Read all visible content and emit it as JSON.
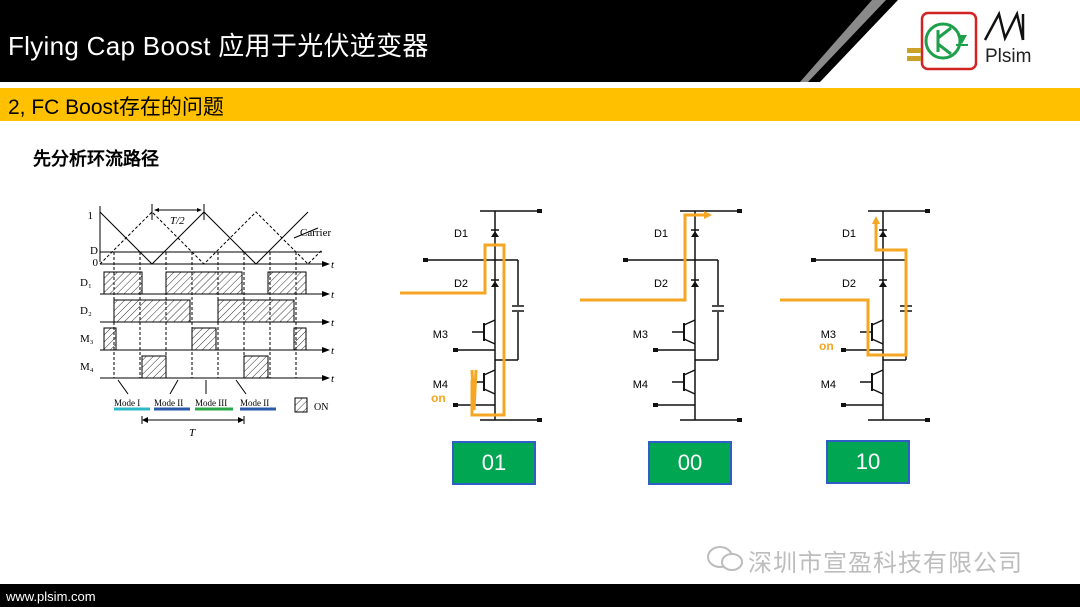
{
  "header": {
    "title": "Flying Cap Boost 应用于光伏逆变器",
    "logo_text": "Plsim"
  },
  "section": {
    "title": "2, FC Boost存在的问题"
  },
  "subtitle": "先分析环流路径",
  "timing_diagram": {
    "axis_one": "1",
    "axis_d": "D",
    "axis_zero": "0",
    "half_period": "T/2",
    "carrier": "Carrier",
    "rows": [
      "D₁",
      "D₂",
      "M₃",
      "M₄"
    ],
    "t_label": "t",
    "modes": [
      "Mode I",
      "Mode II",
      "Mode III",
      "Mode II"
    ],
    "mode_colors": [
      "#2bb8c8",
      "#2a5aa8",
      "#2aa84a",
      "#2a5aa8"
    ],
    "on_legend": "ON",
    "period": "T"
  },
  "circuits": [
    {
      "d1": "D1",
      "d2": "D2",
      "m3": "M3",
      "m4": "M4",
      "on_tag": "on",
      "on_device": "M4",
      "state": "01"
    },
    {
      "d1": "D1",
      "d2": "D2",
      "m3": "M3",
      "m4": "M4",
      "on_tag": "",
      "on_device": "",
      "state": "00"
    },
    {
      "d1": "D1",
      "d2": "D2",
      "m3": "M3",
      "m4": "M4",
      "on_tag": "on",
      "on_device": "M3",
      "state": "10"
    }
  ],
  "colors": {
    "header_bg": "#000000",
    "section_bar": "#ffc000",
    "current_path": "#f5a623",
    "state_box": "#00a651",
    "state_border": "#2f5fc4"
  },
  "footer": {
    "url": "www.plsim.com",
    "watermark": "深圳市宣盈科技有限公司"
  }
}
